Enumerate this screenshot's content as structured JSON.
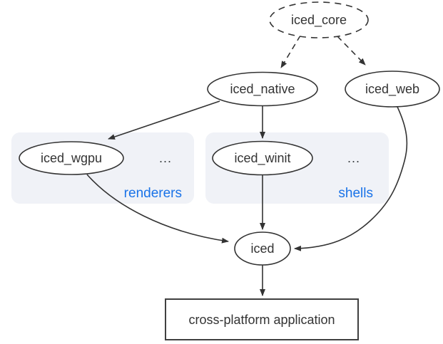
{
  "diagram": {
    "nodes": {
      "iced_core": {
        "label": "iced_core",
        "shape": "ellipse",
        "border": "dashed"
      },
      "iced_native": {
        "label": "iced_native",
        "shape": "ellipse",
        "border": "solid"
      },
      "iced_web": {
        "label": "iced_web",
        "shape": "ellipse",
        "border": "solid"
      },
      "iced_wgpu": {
        "label": "iced_wgpu",
        "shape": "ellipse",
        "border": "solid",
        "group": "renderers"
      },
      "iced_winit": {
        "label": "iced_winit",
        "shape": "ellipse",
        "border": "solid",
        "group": "shells"
      },
      "iced": {
        "label": "iced",
        "shape": "ellipse",
        "border": "solid"
      },
      "application": {
        "label": "cross-platform application",
        "shape": "rect",
        "border": "solid"
      }
    },
    "groups": {
      "renderers": {
        "label": "renderers",
        "ellipsis": "...",
        "label_color": "#1a73e8"
      },
      "shells": {
        "label": "shells",
        "ellipsis": "...",
        "label_color": "#1a73e8"
      }
    },
    "edges": [
      {
        "from": "iced_core",
        "to": "iced_native",
        "style": "dashed"
      },
      {
        "from": "iced_core",
        "to": "iced_web",
        "style": "dashed"
      },
      {
        "from": "iced_native",
        "to": "iced_wgpu",
        "style": "solid"
      },
      {
        "from": "iced_native",
        "to": "iced_winit",
        "style": "solid"
      },
      {
        "from": "iced_wgpu",
        "to": "iced",
        "style": "solid"
      },
      {
        "from": "iced_winit",
        "to": "iced",
        "style": "solid"
      },
      {
        "from": "iced_web",
        "to": "iced",
        "style": "solid"
      },
      {
        "from": "iced",
        "to": "application",
        "style": "solid"
      }
    ],
    "colors": {
      "background": "#ffffff",
      "node_fill": "#ffffff",
      "node_stroke": "#333333",
      "edge": "#333333",
      "group_fill": "#f0f2f7",
      "group_label": "#1a73e8",
      "text": "#333333"
    }
  }
}
